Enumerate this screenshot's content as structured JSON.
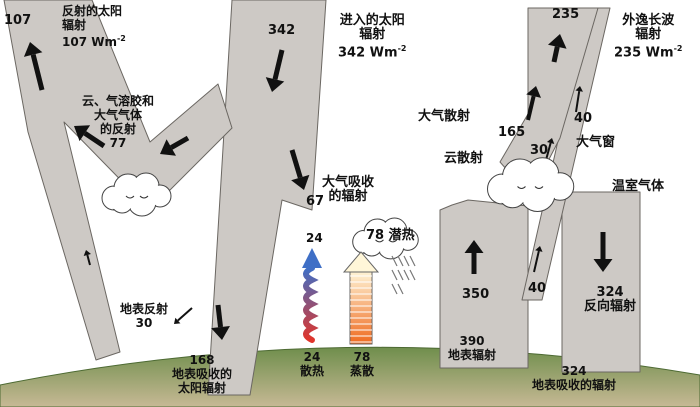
{
  "title": "",
  "colors": {
    "band_fill": "#cdc9c5",
    "band_stroke": "#6b6762",
    "ground_top": "#6f8e4c",
    "ground_bottom": "#c7b995",
    "arrow": "#111111",
    "cloud": "#ffffff",
    "wavy_top": "#3f6fc6",
    "wavy_bottom": "#e0352b",
    "latent_top": "#fff6d8",
    "latent_bottom": "#ef6a1f"
  },
  "labels": {
    "reflected_value": "107",
    "reflected_title_1": "反射的太阳",
    "reflected_title_2": "辐射",
    "reflected_units": "107 Wm",
    "incoming_value": "342",
    "incoming_title_1": "进入的太阳",
    "incoming_title_2": "辐射",
    "incoming_units": "342 Wm",
    "cloud_reflect_1": "云、气溶胶和",
    "cloud_reflect_2": "大气气体",
    "cloud_reflect_3": "的反射",
    "cloud_reflect_value": "77",
    "absorbed_atm_value": "67",
    "absorbed_atm_1": "大气吸收",
    "absorbed_atm_2": "的辐射",
    "surface_reflect_1": "地表反射",
    "surface_reflect_value": "30",
    "surface_absorb_value": "168",
    "surface_absorb_1": "地表吸收的",
    "surface_absorb_2": "太阳辐射",
    "thermal_top": "24",
    "thermal_bottom": "24",
    "thermal_label": "散热",
    "latent_top": "78 潜热",
    "latent_bottom": "78",
    "latent_label": "蒸散",
    "olr_value": "235",
    "olr_title_1": "外逸长波",
    "olr_title_2": "辐射",
    "olr_units": "235 Wm",
    "atm_emit_label": "大气散射",
    "atm_emit_value": "165",
    "cloud_emit_label": "云散射",
    "cloud_emit_value": "30",
    "window_value": "40",
    "window_label": "大气窗",
    "greenhouse_label": "温室气体",
    "surface_up_value": "350",
    "surface_lw_value": "390",
    "surface_lw_label": "地表辐射",
    "window_low_value": "40",
    "back_value": "324",
    "back_label": "反向辐射",
    "surface_abs_lw_value": "324",
    "surface_abs_lw_label": "地表吸收的辐射",
    "units_sup": "-2"
  }
}
